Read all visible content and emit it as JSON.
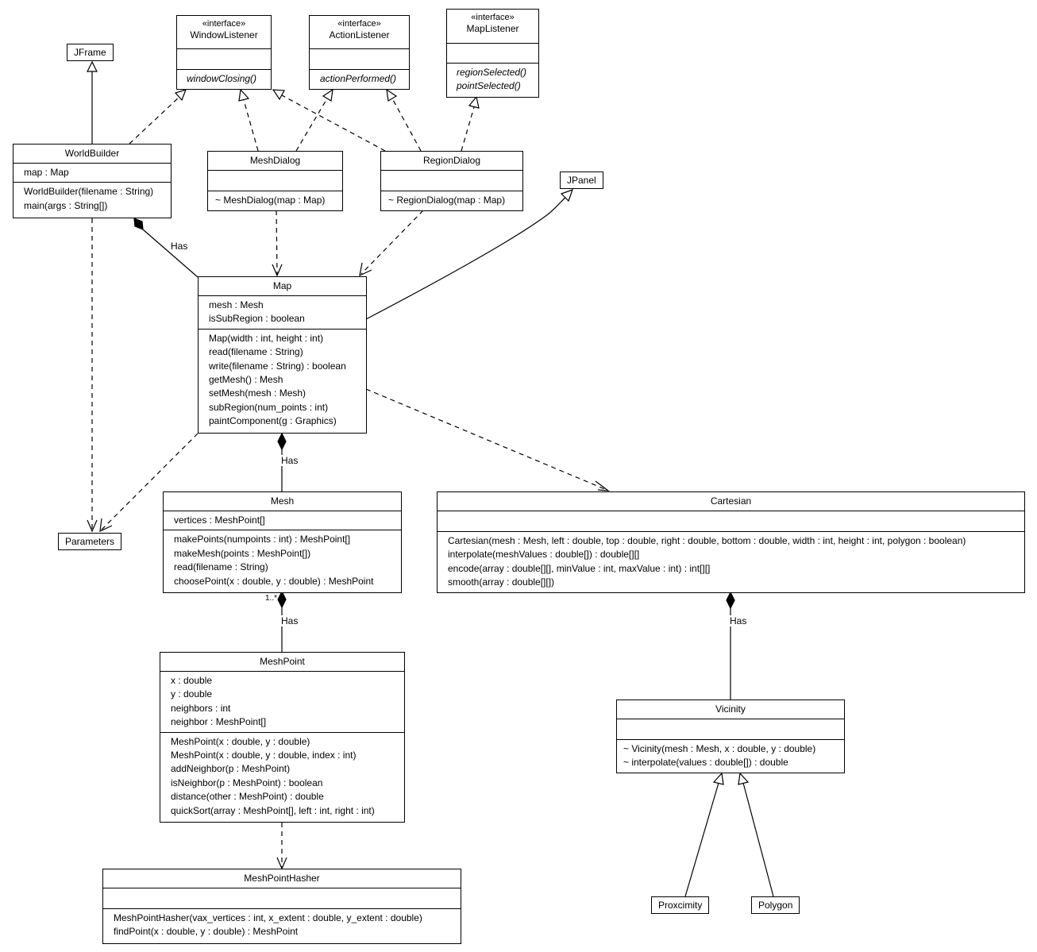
{
  "classes": {
    "window_listener": {
      "stereotype": "«interface»",
      "name": "WindowListener",
      "methods": [
        "windowClosing()"
      ]
    },
    "action_listener": {
      "stereotype": "«interface»",
      "name": "ActionListener",
      "methods": [
        "actionPerformed()"
      ]
    },
    "map_listener": {
      "stereotype": "«interface»",
      "name": "MapListener",
      "methods": [
        "regionSelected()",
        "pointSelected()"
      ]
    },
    "jframe": {
      "name": "JFrame"
    },
    "jpanel": {
      "name": "JPanel"
    },
    "world_builder": {
      "name": "WorldBuilder",
      "fields": [
        "map : Map"
      ],
      "methods": [
        "WorldBuilder(filename : String)",
        "main(args : String[])"
      ]
    },
    "mesh_dialog": {
      "name": "MeshDialog",
      "methods": [
        "~ MeshDialog(map : Map)"
      ]
    },
    "region_dialog": {
      "name": "RegionDialog",
      "methods": [
        "~ RegionDialog(map : Map)"
      ]
    },
    "map": {
      "name": "Map",
      "fields": [
        "mesh : Mesh",
        "isSubRegion : boolean"
      ],
      "methods": [
        "Map(width : int, height : int)",
        "read(filename : String)",
        "write(filename : String) : boolean",
        "getMesh() : Mesh",
        "setMesh(mesh : Mesh)",
        "subRegion(num_points : int)",
        "paintComponent(g : Graphics)"
      ]
    },
    "parameters": {
      "name": "Parameters"
    },
    "mesh": {
      "name": "Mesh",
      "fields": [
        "vertices : MeshPoint[]"
      ],
      "methods": [
        "makePoints(numpoints : int) : MeshPoint[]",
        "makeMesh(points : MeshPoint[])",
        "read(filename : String)",
        "choosePoint(x : double, y : double) : MeshPoint"
      ]
    },
    "cartesian": {
      "name": "Cartesian",
      "methods": [
        "Cartesian(mesh : Mesh, left : double, top : double, right : double, bottom : double, width : int, height : int, polygon : boolean)",
        "interpolate(meshValues : double[]) : double[][]",
        "encode(array : double[][], minValue : int, maxValue : int) : int[][]",
        "smooth(array : double[][])"
      ]
    },
    "mesh_point": {
      "name": "MeshPoint",
      "fields": [
        "x : double",
        "y : double",
        "neighbors : int",
        "neighbor : MeshPoint[]"
      ],
      "methods": [
        "MeshPoint(x : double, y : double)",
        "MeshPoint(x : double, y : double, index : int)",
        "addNeighbor(p : MeshPoint)",
        "isNeighbor(p : MeshPoint) : boolean",
        "distance(other : MeshPoint) : double",
        "quickSort(array : MeshPoint[], left : int, right : int)"
      ]
    },
    "vicinity": {
      "name": "Vicinity",
      "methods": [
        "~ Vicinity(mesh : Mesh, x : double, y : double)",
        "~ interpolate(values : double[]) : double"
      ]
    },
    "mesh_point_hasher": {
      "name": "MeshPointHasher",
      "methods": [
        "MeshPointHasher(vax_vertices : int, x_extent : double, y_extent : double)",
        "findPoint(x : double, y : double) : MeshPoint"
      ]
    },
    "proxcimity": {
      "name": "Proxcimity"
    },
    "polygon": {
      "name": "Polygon"
    }
  },
  "relations": {
    "has_label": "Has",
    "multiplicity": "1..*"
  }
}
